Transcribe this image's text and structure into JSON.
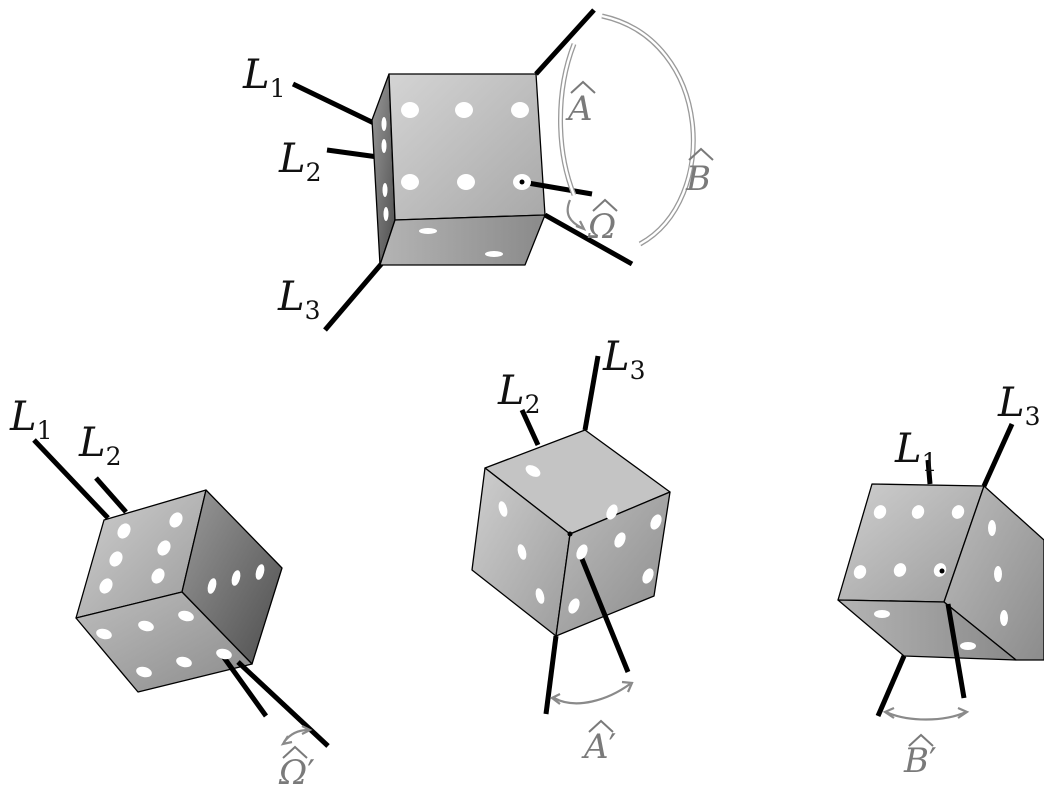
{
  "colors": {
    "face_light": "#c6c6c6",
    "face_mid": "#a4a4a4",
    "face_dark": "#6e6e6e",
    "rod": "#000000",
    "angle_label": "#7a7a7a"
  },
  "labels": {
    "top": {
      "l1": "L",
      "l1_sub": "1",
      "l2": "L",
      "l2_sub": "2",
      "l3": "L",
      "l3_sub": "3",
      "a": "A",
      "b": "B",
      "omega": "Ω"
    },
    "left": {
      "l1": "L",
      "l1_sub": "1",
      "l2": "L",
      "l2_sub": "2",
      "omega": "Ω",
      "prime": "′"
    },
    "middle": {
      "l2": "L",
      "l2_sub": "2",
      "l3": "L",
      "l3_sub": "3",
      "a": "A",
      "prime": "′"
    },
    "right": {
      "l1": "L",
      "l1_sub": "1",
      "l3": "L",
      "l3_sub": "3",
      "b": "B",
      "prime": "′"
    }
  }
}
